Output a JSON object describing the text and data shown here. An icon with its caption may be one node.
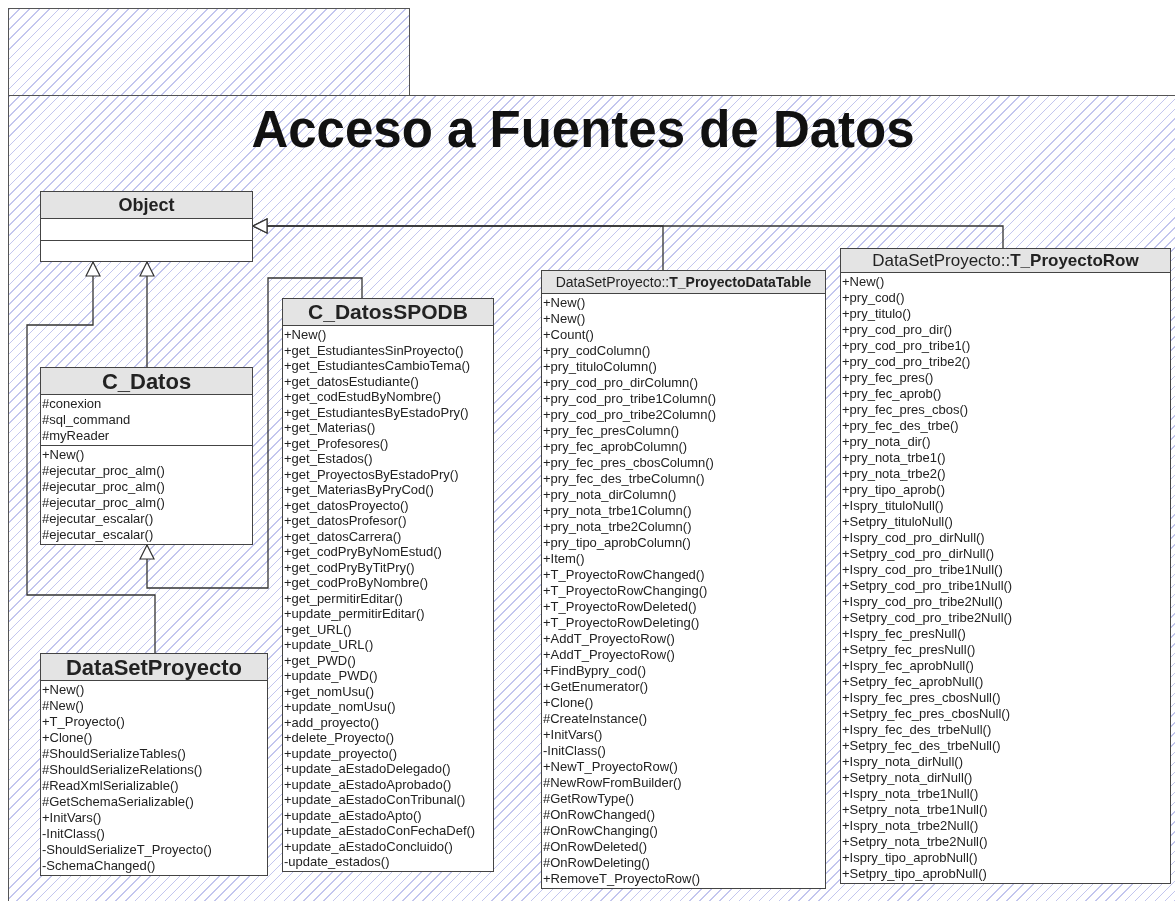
{
  "diagram": {
    "nodes": [
      {
        "text": [
          "Acceso a Fuentes de Datos"
        ]
      },
      {
        "text": [
          "Object"
        ],
        "in": 0
      },
      {
        "text": [
          "C_Datos",
          "#conexion",
          "#sql_command",
          "#myReader",
          "+New()",
          "#ejecutar_proc_alm()",
          "#ejecutar_proc_alm()",
          "#ejecutar_proc_alm()",
          "#ejecutar_escalar()",
          "#ejecutar_escalar()"
        ],
        "in": 0
      },
      {
        "text": [
          "C_DatosSPODB",
          "+New()",
          "+get_EstudiantesSinProyecto()",
          "+get_EstudiantesCambioTema()",
          "+get_datosEstudiante()",
          "+get_codEstudByNombre()",
          "+get_EstudiantesByEstadoPry()",
          "+get_Materias()",
          "+get_Profesores()",
          "+get_Estados()",
          "+get_ProyectosByEstadoPry()",
          "+get_MateriasByPryCod()",
          "+get_datosProyecto()",
          "+get_datosProfesor()",
          "+get_datosCarrera()",
          "+get_codPryByNomEstud()",
          "+get_codPryByTitPry()",
          "+get_codProByNombre()",
          "+get_permitirEditar()",
          "+update_permitirEditar()",
          "+get_URL()",
          "+update_URL()",
          "+get_PWD()",
          "+update_PWD()",
          "+get_nomUsu()",
          "+update_nomUsu()",
          "+add_proyecto()",
          "+delete_Proyecto()",
          "+update_proyecto()",
          "+update_aEstadoDelegado()",
          "+update_aEstadoAprobado()",
          "+update_aEstadoConTribunal()",
          "+update_aEstadoApto()",
          "+update_aEstadoConFechaDef()",
          "+update_aEstadoConcluido()",
          "-update_estados()"
        ],
        "in": 0
      },
      {
        "text": [
          "DataSetProyecto",
          "+New()",
          "#New()",
          "+T_Proyecto()",
          "+Clone()",
          "#ShouldSerializeTables()",
          "#ShouldSerializeRelations()",
          "#ReadXmlSerializable()",
          "#GetSchemaSerializable()",
          "+InitVars()",
          "-InitClass()",
          "-ShouldSerializeT_Proyecto()",
          "-SchemaChanged()"
        ],
        "in": 0
      },
      {
        "text": [
          "DataSetProyecto::**T_ProyectoDataTable**",
          "+New()",
          "+New()",
          "+Count()",
          "+pry_codColumn()",
          "+pry_tituloColumn()",
          "+pry_cod_pro_dirColumn()",
          "+pry_cod_pro_tribe1Column()",
          "+pry_cod_pro_tribe2Column()",
          "+pry_fec_presColumn()",
          "+pry_fec_aprobColumn()",
          "+pry_fec_pres_cbosColumn()",
          "+pry_fec_des_trbeColumn()",
          "+pry_nota_dirColumn()",
          "+pry_nota_trbe1Column()",
          "+pry_nota_trbe2Column()",
          "+pry_tipo_aprobColumn()",
          "+Item()",
          "+T_ProyectoRowChanged()",
          "+T_ProyectoRowChanging()",
          "+T_ProyectoRowDeleted()",
          "+T_ProyectoRowDeleting()",
          "+AddT_ProyectoRow()",
          "+AddT_ProyectoRow()",
          "+FindBypry_cod()",
          "+GetEnumerator()",
          "+Clone()",
          "#CreateInstance()",
          "+InitVars()",
          "-InitClass()",
          "+NewT_ProyectoRow()",
          "#NewRowFromBuilder()",
          "#GetRowType()",
          "#OnRowChanged()",
          "#OnRowChanging()",
          "#OnRowDeleted()",
          "#OnRowDeleting()",
          "+RemoveT_ProyectoRow()"
        ],
        "in": 0
      },
      {
        "text": [
          "DataSetProyecto::**T_ProyectoRow**",
          "+New()",
          "+pry_cod()",
          "+pry_titulo()",
          "+pry_cod_pro_dir()",
          "+pry_cod_pro_tribe1()",
          "+pry_cod_pro_tribe2()",
          "+pry_fec_pres()",
          "+pry_fec_aprob()",
          "+pry_fec_pres_cbos()",
          "+pry_fec_des_trbe()",
          "+pry_nota_dir()",
          "+pry_nota_trbe1()",
          "+pry_nota_trbe2()",
          "+pry_tipo_aprob()",
          "+Ispry_tituloNull()",
          "+Setpry_tituloNull()",
          "+Ispry_cod_pro_dirNull()",
          "+Setpry_cod_pro_dirNull()",
          "+Ispry_cod_pro_tribe1Null()",
          "+Setpry_cod_pro_tribe1Null()",
          "+Ispry_cod_pro_tribe2Null()",
          "+Setpry_cod_pro_tribe2Null()",
          "+Ispry_fec_presNull()",
          "+Setpry_fec_presNull()",
          "+Ispry_fec_aprobNull()",
          "+Setpry_fec_aprobNull()",
          "+Ispry_fec_pres_cbosNull()",
          "+Setpry_fec_pres_cbosNull()",
          "+Ispry_fec_des_trbeNull()",
          "+Setpry_fec_des_trbeNull()",
          "+Ispry_nota_dirNull()",
          "+Setpry_nota_dirNull()",
          "+Ispry_nota_trbe1Null()",
          "+Setpry_nota_trbe1Null()",
          "+Ispry_nota_trbe2Null()",
          "+Setpry_nota_trbe2Null()",
          "+Ispry_tipo_aprobNull()",
          "+Setpry_tipo_aprobNull()"
        ],
        "in": 0
      }
    ],
    "edges": [
      {
        "from": 2,
        "to": 1,
        "arrow": "to"
      },
      {
        "from": 4,
        "to": 1,
        "arrow": "to"
      },
      {
        "from": 3,
        "to": 2,
        "arrow": "to"
      },
      {
        "from": 5,
        "to": 1,
        "arrow": "to"
      },
      {
        "from": 6,
        "to": 1,
        "arrow": "to"
      }
    ]
  }
}
